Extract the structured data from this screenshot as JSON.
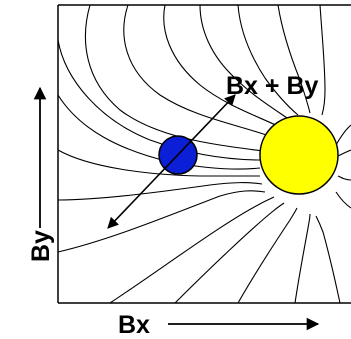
{
  "labels": {
    "diagonal": "Bx + By",
    "horizontal": "Bx",
    "vertical": "By"
  },
  "colors": {
    "small_body": "#0a1fd6",
    "large_body": "#ffff00",
    "lines": "#000000"
  }
}
